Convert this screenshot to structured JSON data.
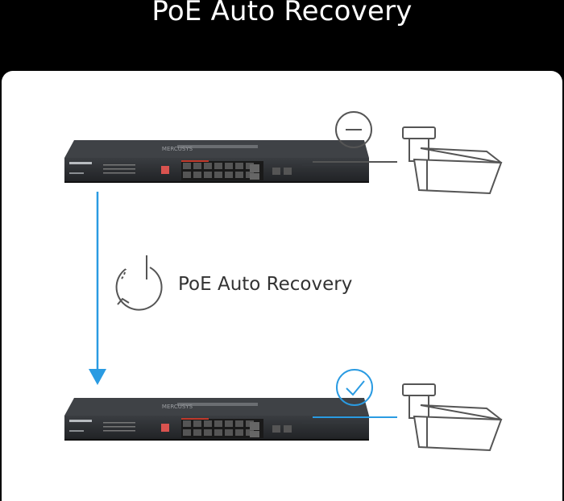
{
  "header": {
    "title": "PoE Auto Recovery"
  },
  "diagram": {
    "middle_label": "PoE Auto Recovery",
    "brand": "MERCUSYS",
    "colors": {
      "accent_blue": "#2a9be2",
      "line_gray": "#555555",
      "switch_body": "#2a2c2f"
    },
    "icons": [
      "minus-circle-icon",
      "check-circle-icon",
      "restart-cycle-icon",
      "security-camera-icon"
    ]
  }
}
